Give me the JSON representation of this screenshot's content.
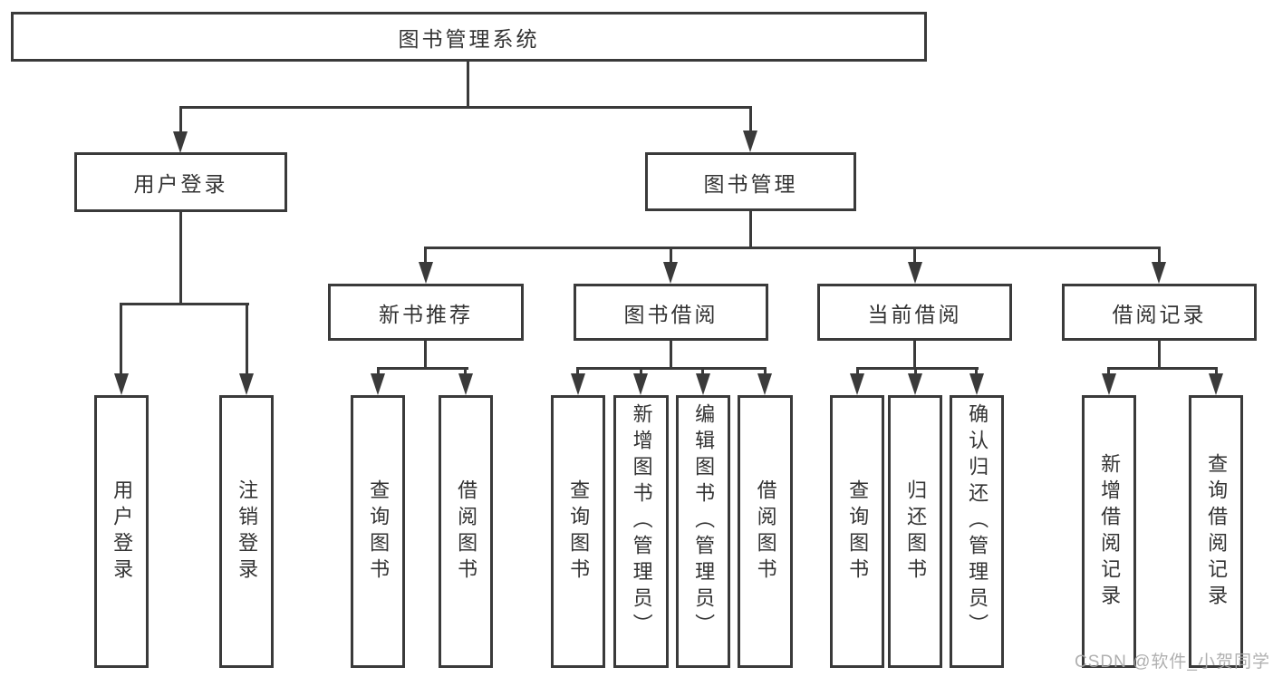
{
  "diagram": {
    "colors": {
      "line": "#3a3a3a",
      "box_border": "#3a3a3a",
      "box_background": "#ffffff",
      "text": "#333333",
      "watermark": "#a8a8a8",
      "background": "#ffffff"
    },
    "tree": {
      "label": "图书管理系统",
      "children": [
        {
          "label": "用户登录",
          "children": [
            {
              "label": "用户登录"
            },
            {
              "label": "注销登录"
            }
          ]
        },
        {
          "label": "图书管理",
          "children": [
            {
              "label": "新书推荐",
              "children": [
                {
                  "label": "查询图书"
                },
                {
                  "label": "借阅图书"
                }
              ]
            },
            {
              "label": "图书借阅",
              "children": [
                {
                  "label": "查询图书"
                },
                {
                  "label": "新增图书（管理员）"
                },
                {
                  "label": "编辑图书（管理员）"
                },
                {
                  "label": "借阅图书"
                }
              ]
            },
            {
              "label": "当前借阅",
              "children": [
                {
                  "label": "查询图书"
                },
                {
                  "label": "归还图书"
                },
                {
                  "label": "确认归还（管理员）"
                }
              ]
            },
            {
              "label": "借阅记录",
              "children": [
                {
                  "label": "新增借阅记录"
                },
                {
                  "label": "查询借阅记录"
                }
              ]
            }
          ]
        }
      ]
    },
    "watermark": "CSDN @软件_小贺同学"
  }
}
